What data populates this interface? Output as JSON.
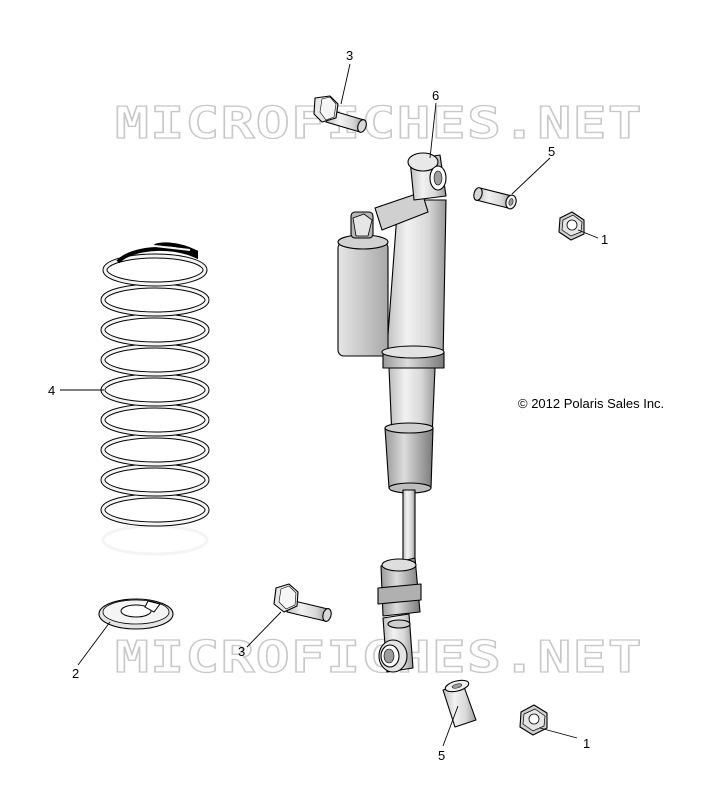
{
  "watermarks": [
    "MICROFICHES.NET",
    "MICROFICHES.NET"
  ],
  "copyright": "© 2012 Polaris Sales Inc.",
  "callouts": {
    "bolt_top": "3",
    "shock": "6",
    "spacer_top": "5",
    "nut_top": "1",
    "spring": "4",
    "retainer": "2",
    "bolt_bottom": "3",
    "spacer_bottom": "5",
    "nut_bottom": "1"
  }
}
